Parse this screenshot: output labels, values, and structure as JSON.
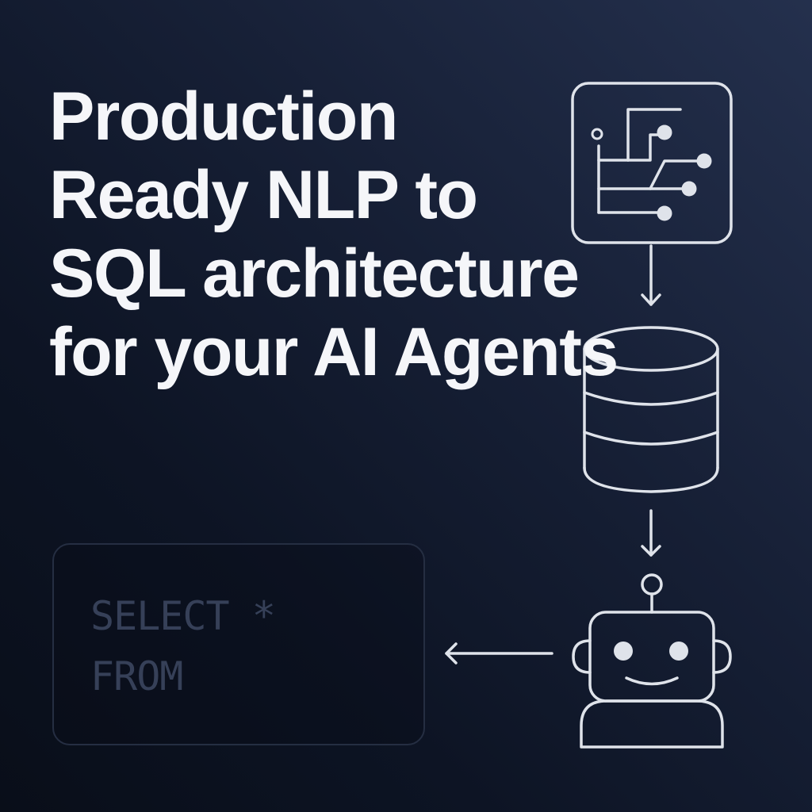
{
  "title": {
    "lines": [
      "Production",
      "Ready NLP to",
      "SQL architecture",
      "for your AI Agents"
    ]
  },
  "sql_box": {
    "lines": [
      "SELECT *",
      "FROM"
    ]
  },
  "diagram": {
    "nodes": [
      {
        "id": "nlp",
        "icon": "circuit-icon"
      },
      {
        "id": "database",
        "icon": "database-icon"
      },
      {
        "id": "agent",
        "icon": "robot-icon"
      },
      {
        "id": "sql",
        "icon": "sql-query-box"
      }
    ],
    "edges": [
      {
        "from": "nlp",
        "to": "database",
        "direction": "down"
      },
      {
        "from": "database",
        "to": "agent",
        "direction": "down"
      },
      {
        "from": "agent",
        "to": "sql",
        "direction": "left"
      }
    ]
  },
  "colors": {
    "background_dark": "#090e19",
    "background_light": "#24304d",
    "title": "#f5f6f9",
    "icon_stroke": "#dfe3ea",
    "sql_text": "#364058",
    "sql_border": "#252e42"
  }
}
